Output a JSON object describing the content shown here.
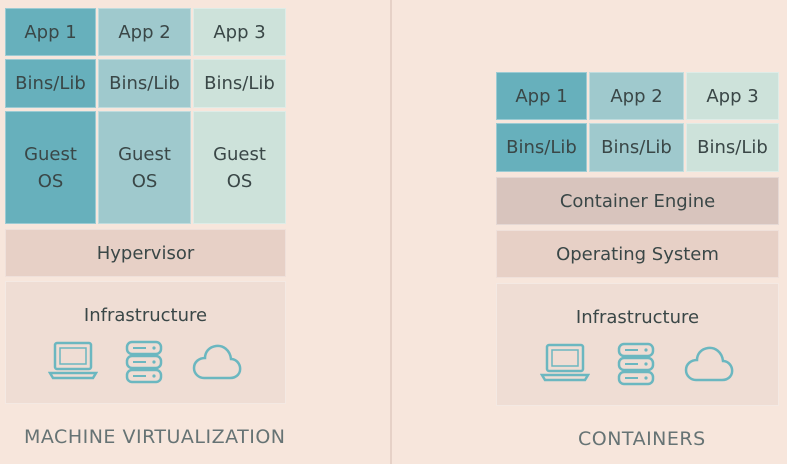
{
  "machine_virtualization": {
    "title": "MACHINE VIRTUALIZATION",
    "apps": [
      "App 1",
      "App 2",
      "App 3"
    ],
    "bins": [
      "Bins/Lib",
      "Bins/Lib",
      "Bins/Lib"
    ],
    "guest_os": [
      "Guest\nOS",
      "Guest\nOS",
      "Guest\nOS"
    ],
    "hypervisor": "Hypervisor",
    "infrastructure": "Infrastructure"
  },
  "containers": {
    "title": "CONTAINERS",
    "apps": [
      "App 1",
      "App 2",
      "App 3"
    ],
    "bins": [
      "Bins/Lib",
      "Bins/Lib",
      "Bins/Lib"
    ],
    "engine": "Container Engine",
    "operating_system": "Operating System",
    "infrastructure": "Infrastructure"
  },
  "colors": {
    "column1": "#67b0bc",
    "column2": "#9fc9cd",
    "column3": "#cde2da",
    "hypervisor_os": "#e7d0c6",
    "engine": "#d8c4bd",
    "infrastructure": "#efddd4",
    "background": "#f7e6dc"
  },
  "icons": [
    "laptop-icon",
    "server-icon",
    "cloud-icon"
  ]
}
